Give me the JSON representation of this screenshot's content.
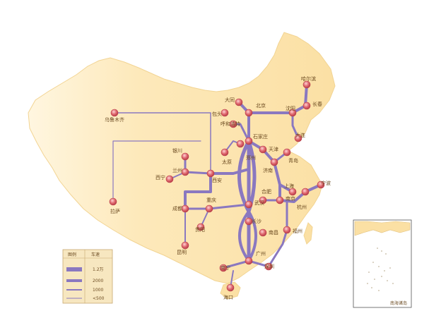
{
  "colors": {
    "land": "#fbe2a8",
    "land_edge": "#fffaf0",
    "route": "#8a78c0",
    "city_fill": "#e06a70",
    "city_stroke": "#b83c48",
    "label": "#6b4a20",
    "legend_bg": "#f7e7c0",
    "legend_border": "#c7a870"
  },
  "cities": [
    {
      "id": "haerbin",
      "label": "哈尔滨"
    },
    {
      "id": "changchun",
      "label": "长春"
    },
    {
      "id": "shenyang",
      "label": "沈阳"
    },
    {
      "id": "dalian",
      "label": "大连"
    },
    {
      "id": "beijing",
      "label": "北京"
    },
    {
      "id": "tianjin",
      "label": "天津"
    },
    {
      "id": "baotou",
      "label": "包头"
    },
    {
      "id": "hohhot",
      "label": "呼和浩特"
    },
    {
      "id": "datong",
      "label": "大同"
    },
    {
      "id": "taiyuan",
      "label": "太原"
    },
    {
      "id": "shijiazhuang",
      "label": "石家庄"
    },
    {
      "id": "jinan",
      "label": "济南"
    },
    {
      "id": "qingdao",
      "label": "青岛"
    },
    {
      "id": "zhengzhou",
      "label": "郑州"
    },
    {
      "id": "xian",
      "label": "西安"
    },
    {
      "id": "yinchuan",
      "label": "银川"
    },
    {
      "id": "lanzhou",
      "label": "兰州"
    },
    {
      "id": "xining",
      "label": "西宁"
    },
    {
      "id": "urumqi",
      "label": "乌鲁木齐"
    },
    {
      "id": "lhasa",
      "label": "拉萨"
    },
    {
      "id": "chengdu",
      "label": "成都"
    },
    {
      "id": "chongqing",
      "label": "重庆"
    },
    {
      "id": "guiyang",
      "label": "贵阳"
    },
    {
      "id": "kunming",
      "label": "昆明"
    },
    {
      "id": "wuhan",
      "label": "武汉"
    },
    {
      "id": "hefei",
      "label": "合肥"
    },
    {
      "id": "nanjing",
      "label": "南京"
    },
    {
      "id": "shanghai",
      "label": "上海"
    },
    {
      "id": "hangzhou",
      "label": "杭州"
    },
    {
      "id": "ningbo",
      "label": "宁波"
    },
    {
      "id": "changsha",
      "label": "长沙"
    },
    {
      "id": "nanchang",
      "label": "南昌"
    },
    {
      "id": "fuzhou",
      "label": "福州"
    },
    {
      "id": "guangzhou",
      "label": "广州"
    },
    {
      "id": "shenzhen",
      "label": "深圳"
    },
    {
      "id": "nanning",
      "label": "南宁"
    },
    {
      "id": "haikou",
      "label": "海口"
    }
  ],
  "legend": {
    "title_left": "图例",
    "title_right": "车速",
    "rows": [
      {
        "label": "1.2万"
      },
      {
        "label": "2000"
      },
      {
        "label": "1000"
      },
      {
        "label": "<500"
      }
    ]
  },
  "inset": {
    "label": "南海诸岛"
  }
}
